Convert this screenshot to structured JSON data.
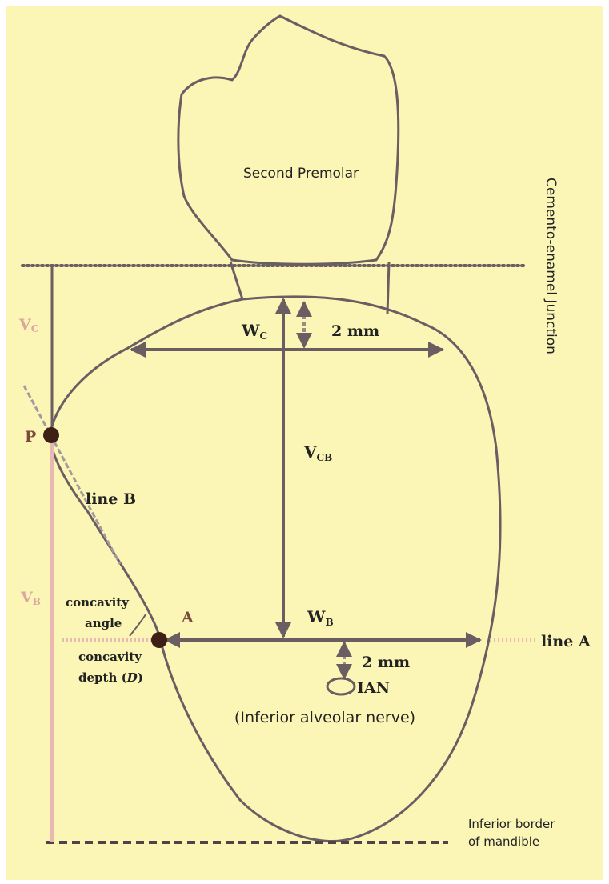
{
  "labels": {
    "tooth": "Second Premolar",
    "cej": "Cemento-enamel Junction",
    "inferior_border_line1": "Inferior border",
    "inferior_border_line2": "of mandible",
    "vc_main": "V",
    "vc_sub": "C",
    "vb_main": "V",
    "vb_sub": "B",
    "vcb_main": "V",
    "vcb_sub": "CB",
    "wc_main": "W",
    "wc_sub": "C",
    "wb_main": "W",
    "wb_sub": "B",
    "two_mm_top": "2 mm",
    "two_mm_bottom": "2 mm",
    "point_p": "P",
    "point_a": "A",
    "line_b": "line B",
    "line_a": "line A",
    "concavity_angle_line1": "concavity",
    "concavity_angle_line2": "angle",
    "concavity_depth_line1": "concavity",
    "concavity_depth_line2": "depth (",
    "concavity_depth_d": "D",
    "concavity_depth_close": ")",
    "ian": "IAN",
    "ian_full": "(Inferior alveolar nerve)"
  },
  "colors": {
    "background": "#fbf6b5",
    "outline": "#6b5e63",
    "pink_line": "#e9b8b2",
    "dot": "#3e1f16",
    "text_dark": "#222222",
    "text_brown": "#7a4a3c",
    "text_pink": "#dba6a0"
  }
}
